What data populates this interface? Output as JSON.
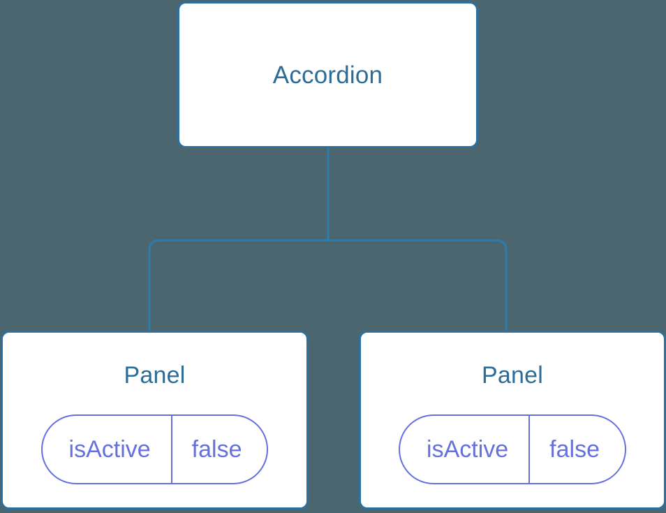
{
  "diagram": {
    "type": "component-tree",
    "background_color": "#4c666f",
    "node_border_color": "#2d6f9e",
    "node_fill_color": "#ffffff",
    "node_title_color": "#2d6c96",
    "prop_accent_color": "#6470dd",
    "connector_color": "#2d7cae",
    "root": {
      "title": "Accordion"
    },
    "children": [
      {
        "title": "Panel",
        "prop": {
          "key": "isActive",
          "value": "false"
        }
      },
      {
        "title": "Panel",
        "prop": {
          "key": "isActive",
          "value": "false"
        }
      }
    ]
  }
}
